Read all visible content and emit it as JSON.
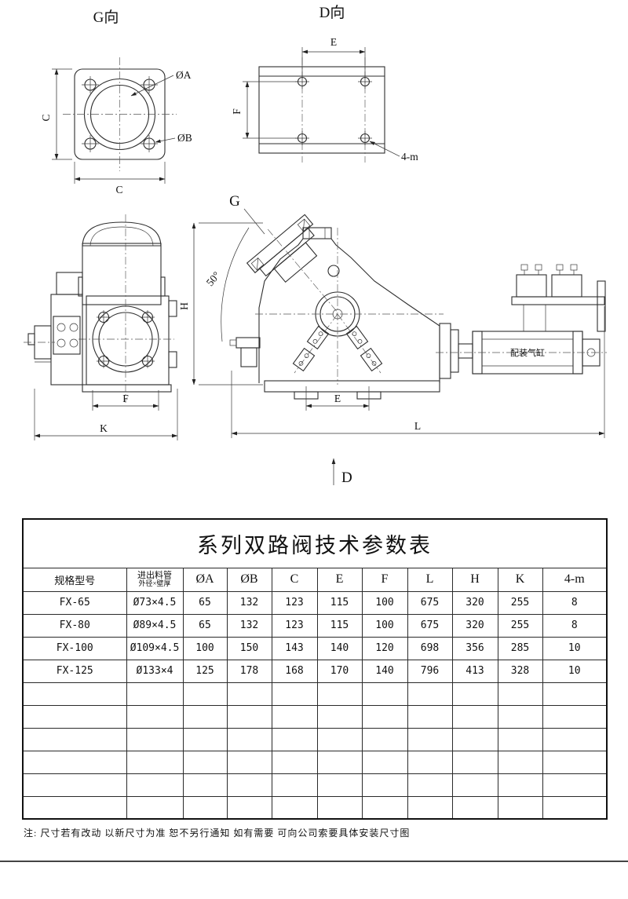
{
  "drawings": {
    "g_view": {
      "title": "G向",
      "dia_a": "ØA",
      "dia_b": "ØB",
      "dim_c_vertical": "C",
      "dim_c_horizontal": "C"
    },
    "d_view": {
      "title": "D向",
      "dim_e": "E",
      "dim_f": "F",
      "hole_callout": "4-m"
    },
    "front_view": {
      "dim_f": "F",
      "dim_k": "K"
    },
    "side_view": {
      "view_arrow_g": "G",
      "flange_angle": "50°",
      "dim_h": "H",
      "dim_e": "E",
      "dim_l": "L",
      "view_arrow_d": "D",
      "cylinder_label": "配装气缸"
    }
  },
  "table": {
    "title": "系列双路阀技术参数表",
    "headers": [
      {
        "label": "规格型号"
      },
      {
        "label": "进出料管",
        "sub": "外径×壁厚"
      },
      {
        "label": "ØA"
      },
      {
        "label": "ØB"
      },
      {
        "label": "C"
      },
      {
        "label": "E"
      },
      {
        "label": "F"
      },
      {
        "label": "L"
      },
      {
        "label": "H"
      },
      {
        "label": "K"
      },
      {
        "label": "4-m"
      }
    ],
    "rows": [
      [
        "FX-65",
        "Ø73×4.5",
        "65",
        "132",
        "123",
        "115",
        "100",
        "675",
        "320",
        "255",
        "8"
      ],
      [
        "FX-80",
        "Ø89×4.5",
        "65",
        "132",
        "123",
        "115",
        "100",
        "675",
        "320",
        "255",
        "8"
      ],
      [
        "FX-100",
        "Ø109×4.5",
        "100",
        "150",
        "143",
        "140",
        "120",
        "698",
        "356",
        "285",
        "10"
      ],
      [
        "FX-125",
        "Ø133×4",
        "125",
        "178",
        "168",
        "170",
        "140",
        "796",
        "413",
        "328",
        "10"
      ]
    ],
    "empty_rows": 6
  },
  "note": "注: 尺寸若有改动 以新尺寸为准 恕不另行通知 如有需要 可向公司索要具体安装尺寸图"
}
